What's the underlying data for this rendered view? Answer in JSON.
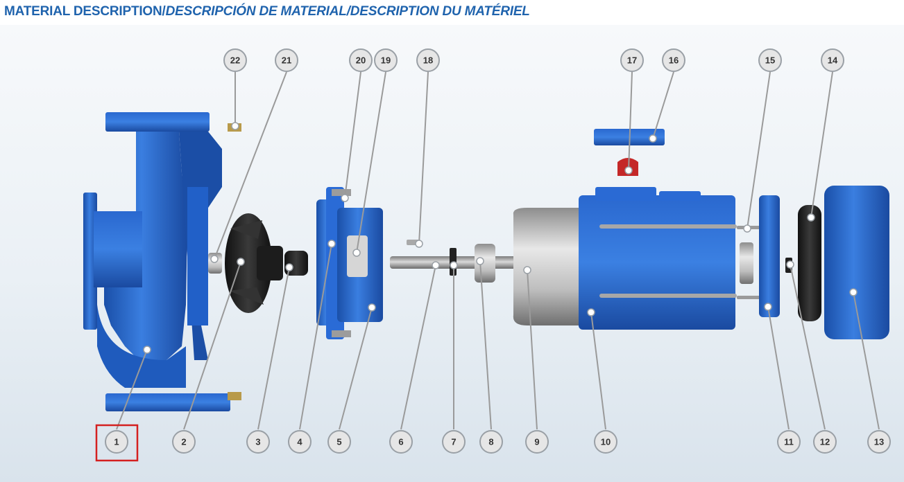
{
  "header": {
    "title_main": "MATERIAL DESCRIPTION/",
    "title_es": "DESCRIPCIÓN DE MATERIAL/",
    "title_fr": "DESCRIPTION DU MATÉRIEL"
  },
  "callouts": {
    "c1": "1",
    "c2": "2",
    "c3": "3",
    "c4": "4",
    "c5": "5",
    "c6": "6",
    "c7": "7",
    "c8": "8",
    "c9": "9",
    "c10": "10",
    "c11": "11",
    "c12": "12",
    "c13": "13",
    "c14": "14",
    "c15": "15",
    "c16": "16",
    "c17": "17",
    "c18": "18",
    "c19": "19",
    "c20": "20",
    "c21": "21",
    "c22": "22"
  },
  "selected_callout": "1",
  "colors": {
    "title": "#1f63ad",
    "pump_blue": "#1f5fc4",
    "impeller_black": "#1a1a1a",
    "highlight_red": "#d42020",
    "lifting_eye_red": "#c42828"
  }
}
